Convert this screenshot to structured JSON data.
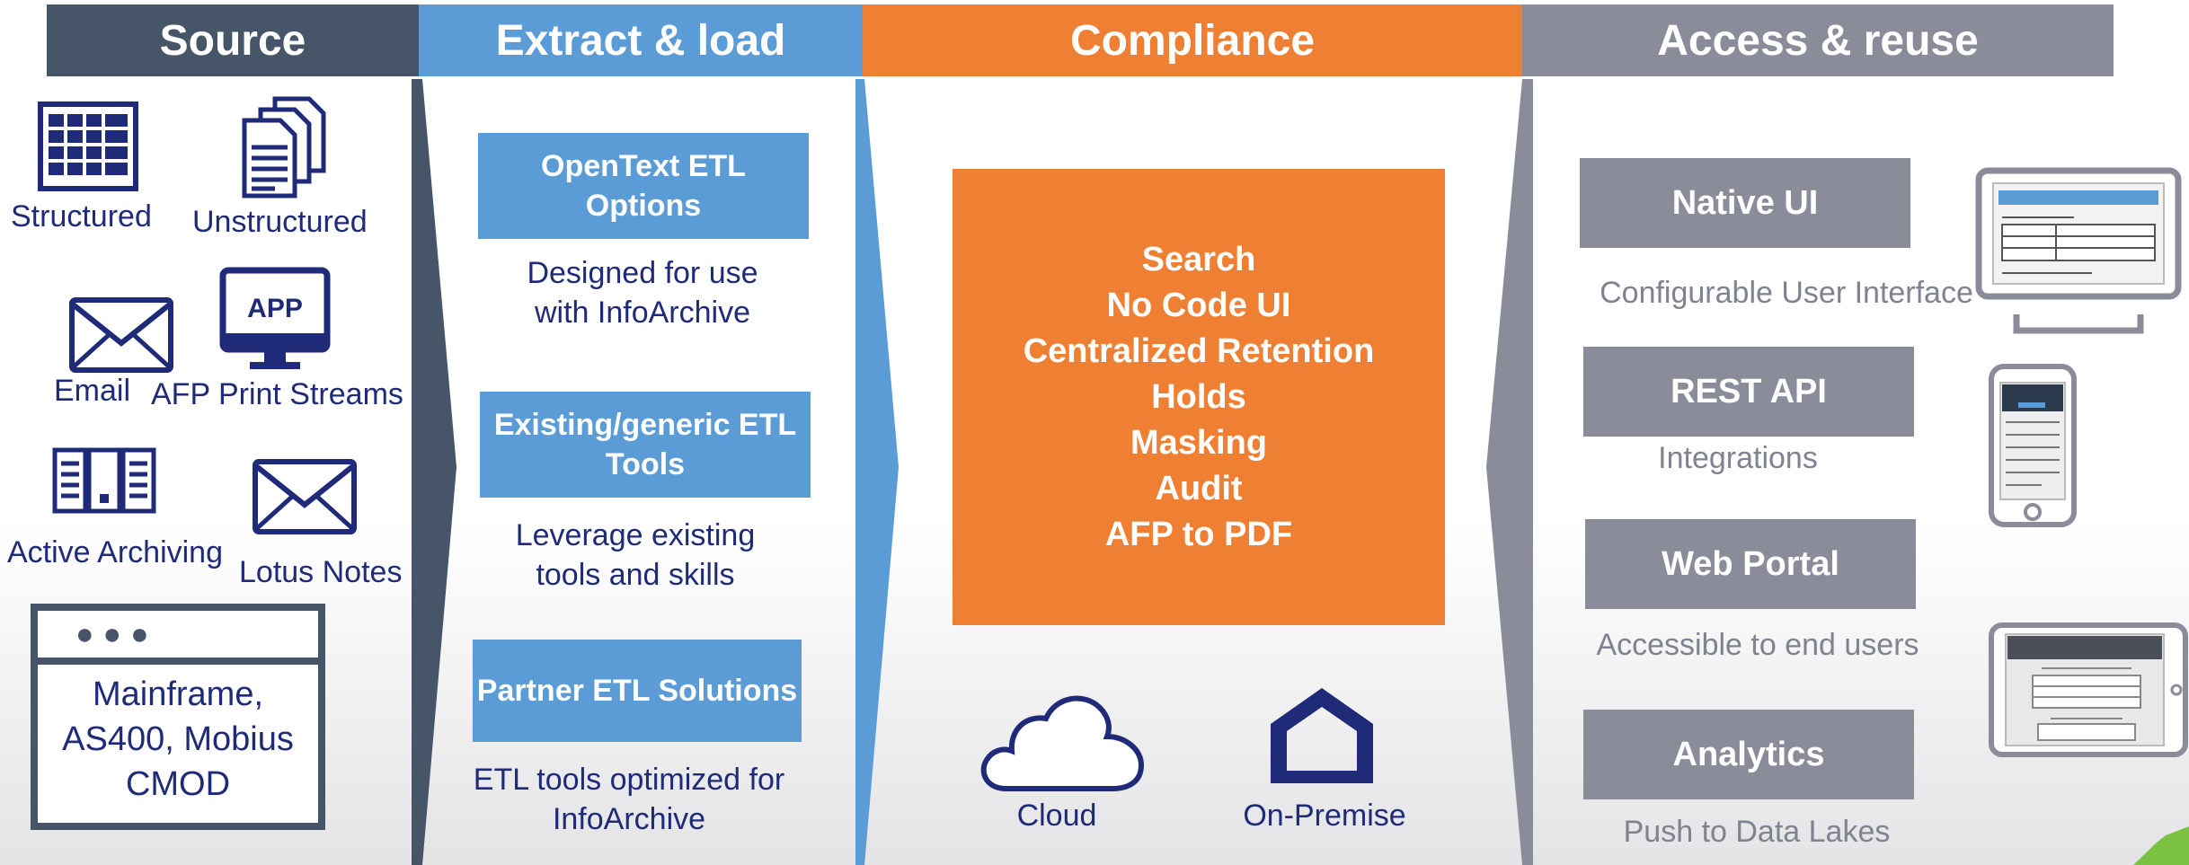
{
  "headers": {
    "source": "Source",
    "extract": "Extract & load",
    "compliance": "Compliance",
    "access": "Access & reuse"
  },
  "colors": {
    "source": "#475569",
    "extract": "#5b9bd6",
    "compliance": "#ee7f33",
    "access": "#8a8c99",
    "text_blue": "#1f2a78"
  },
  "source": {
    "structured": "Structured",
    "unstructured": "Unstructured",
    "email": "Email",
    "afp": "AFP Print Streams",
    "app_icon_text": "APP",
    "active_archiving": "Active Archiving",
    "lotus_notes": "Lotus Notes",
    "mainframe": [
      "Mainframe,",
      "AS400, Mobius",
      "CMOD"
    ]
  },
  "extract": {
    "items": [
      {
        "box": [
          "OpenText ETL",
          "Options"
        ],
        "desc": [
          "Designed for use",
          "with InfoArchive"
        ]
      },
      {
        "box": [
          "Existing/generic ETL",
          "Tools"
        ],
        "desc": [
          "Leverage existing",
          "tools and skills"
        ]
      },
      {
        "box": [
          "Partner ETL Solutions"
        ],
        "desc": [
          "ETL tools optimized for",
          "InfoArchive"
        ]
      }
    ]
  },
  "compliance": {
    "features": [
      "Search",
      "No Code UI",
      "Centralized Retention",
      "Holds",
      "Masking",
      "Audit",
      "AFP to PDF"
    ],
    "cloud": "Cloud",
    "on_premise": "On-Premise"
  },
  "access": {
    "items": [
      {
        "label": "Native UI",
        "desc": "Configurable User Interface"
      },
      {
        "label": "REST API",
        "desc": "Integrations"
      },
      {
        "label": "Web Portal",
        "desc": "Accessible to end users"
      },
      {
        "label": "Analytics",
        "desc": "Push to Data Lakes"
      }
    ]
  }
}
